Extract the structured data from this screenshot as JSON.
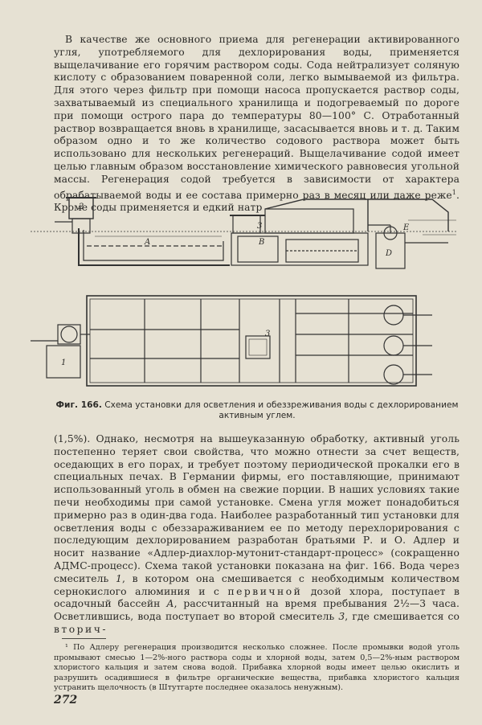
{
  "paragraph_top": "В качестве же основного приема для регенерации активированного угля, употребляемого для дехлорирования воды, применяется выщелачивание его горячим раствором соды. Сода нейтрализует соляную кислоту с образованием поваренной соли, легко вымываемой из фильтра. Для этого через фильтр при помощи насоса пропускается раствор соды, захватываемый из специального хранилища и подогреваемый по дороге при помощи острого пара до температуры 80—100° С. Отработанный раствор возвращается вновь в хранилище, засасывается вновь и т. д. Таким образом одно и то же количество содового раствора может быть использовано для нескольких регенераций. Выщелачивание содой имеет целью главным образом восстановление химического равновесия угольной массы. Регенерация содой требуется в зависимости от характера обрабатываемой воды и ее состава примерно раз в месяц или даже реже",
  "footnote_marker": "1",
  "paragraph_top_tail": ". Кроме соды применяется и едкий натр",
  "figure": {
    "labels": {
      "label_2": "2",
      "label_1": "1",
      "label_3_top": "3",
      "label_3_plan": "3",
      "label_A": "A",
      "label_B": "B",
      "label_E": "E",
      "label_D": "D"
    }
  },
  "caption": {
    "number": "Фиг. 166.",
    "text": "Схема установки для осветления и обеззреживания воды с дехлорированием активным углем."
  },
  "paragraph_bottom": {
    "part1": "(1,5%). Однако, несмотря на вышеуказанную обработку, активный уголь постепенно теряет свои свойства, что можно отнести за счет веществ, оседающих в его порах, и требует поэтому периодической прокалки его в специальных печах. В Германии фирмы, его поставляющие, принимают использованный уголь в обмен на свежие порции. В наших условиях такие печи необходимы при самой установке. Смена угля может понадобиться примерно раз в один-два года. Наиболее разработанный тип установки для осветления воды с обеззараживанием ее по методу перехлорирования с последующим дехлорированием разработан братьями Р. и О. Адлер и носит название «Адлер-диахлор-мутонит-стандарт-процесс» (сокращенно АДМС-процесс). Схема такой установки показана на фиг. 166. Вода через смеситель",
    "num1": "1",
    "part2": ", в котором она смешивается с необходимым количеством сернокислого алюминия и с",
    "spaced1": "первичной",
    "part3": "дозой хлора, поступает в осадочный бассейн",
    "letterA": "А",
    "part4": ", рассчитанный на время пребывания 2½—3 часа. Осветлившись, вода поступает во второй смеситель",
    "num3": "3",
    "part5": ", где смешивается со",
    "spaced2": "вторич-"
  },
  "footnote": "¹ По Адлеру регенерация производится несколько сложнее. После промывки водой уголь промывают смесью 1—2%-ного раствора соды и хлорной воды, затем 0,5—2%-ным раствором хлористого кальция и затем снова водой. Прибавка хлорной воды имеет целью окислить и разрушить осадившиеся в фильтре органические вещества, прибавка хлористого кальция устранить щелочность (в Штутгарте последнее оказалось ненужным).",
  "page_number": "272"
}
